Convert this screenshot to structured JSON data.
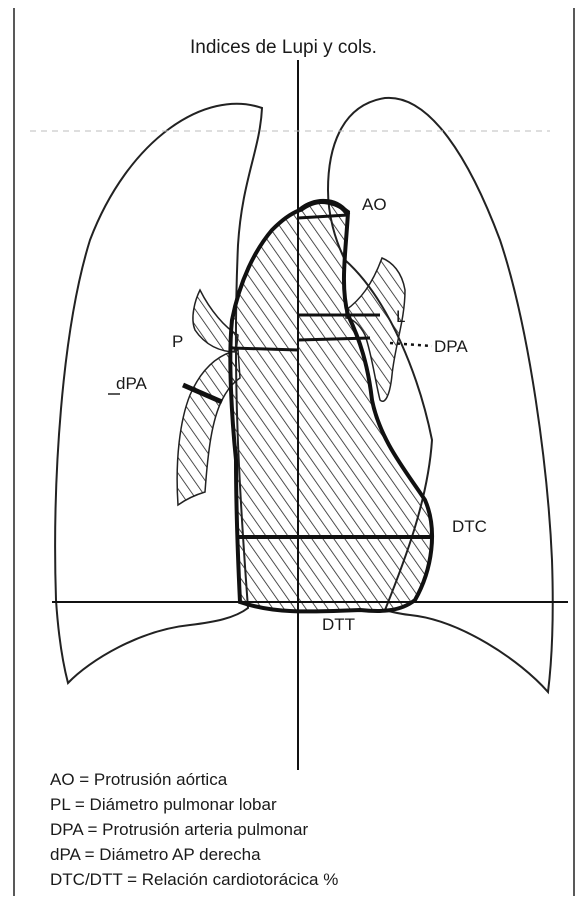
{
  "title": "Indices de Lupi y cols.",
  "labels": {
    "ao": "AO",
    "l": "L",
    "p": "P",
    "dpa_upper": "DPA",
    "dpa_lower": "dPA",
    "dtc": "DTC",
    "dtt": "DTT"
  },
  "legend": [
    "AO = Protrusión  aórtica",
    "PL = Diámetro  pulmonar  lobar",
    "DPA = Protrusión  arteria  pulmonar",
    "dPA = Diámetro  AP  derecha",
    "DTC/DTT = Relación cardiotorácica %"
  ]
}
